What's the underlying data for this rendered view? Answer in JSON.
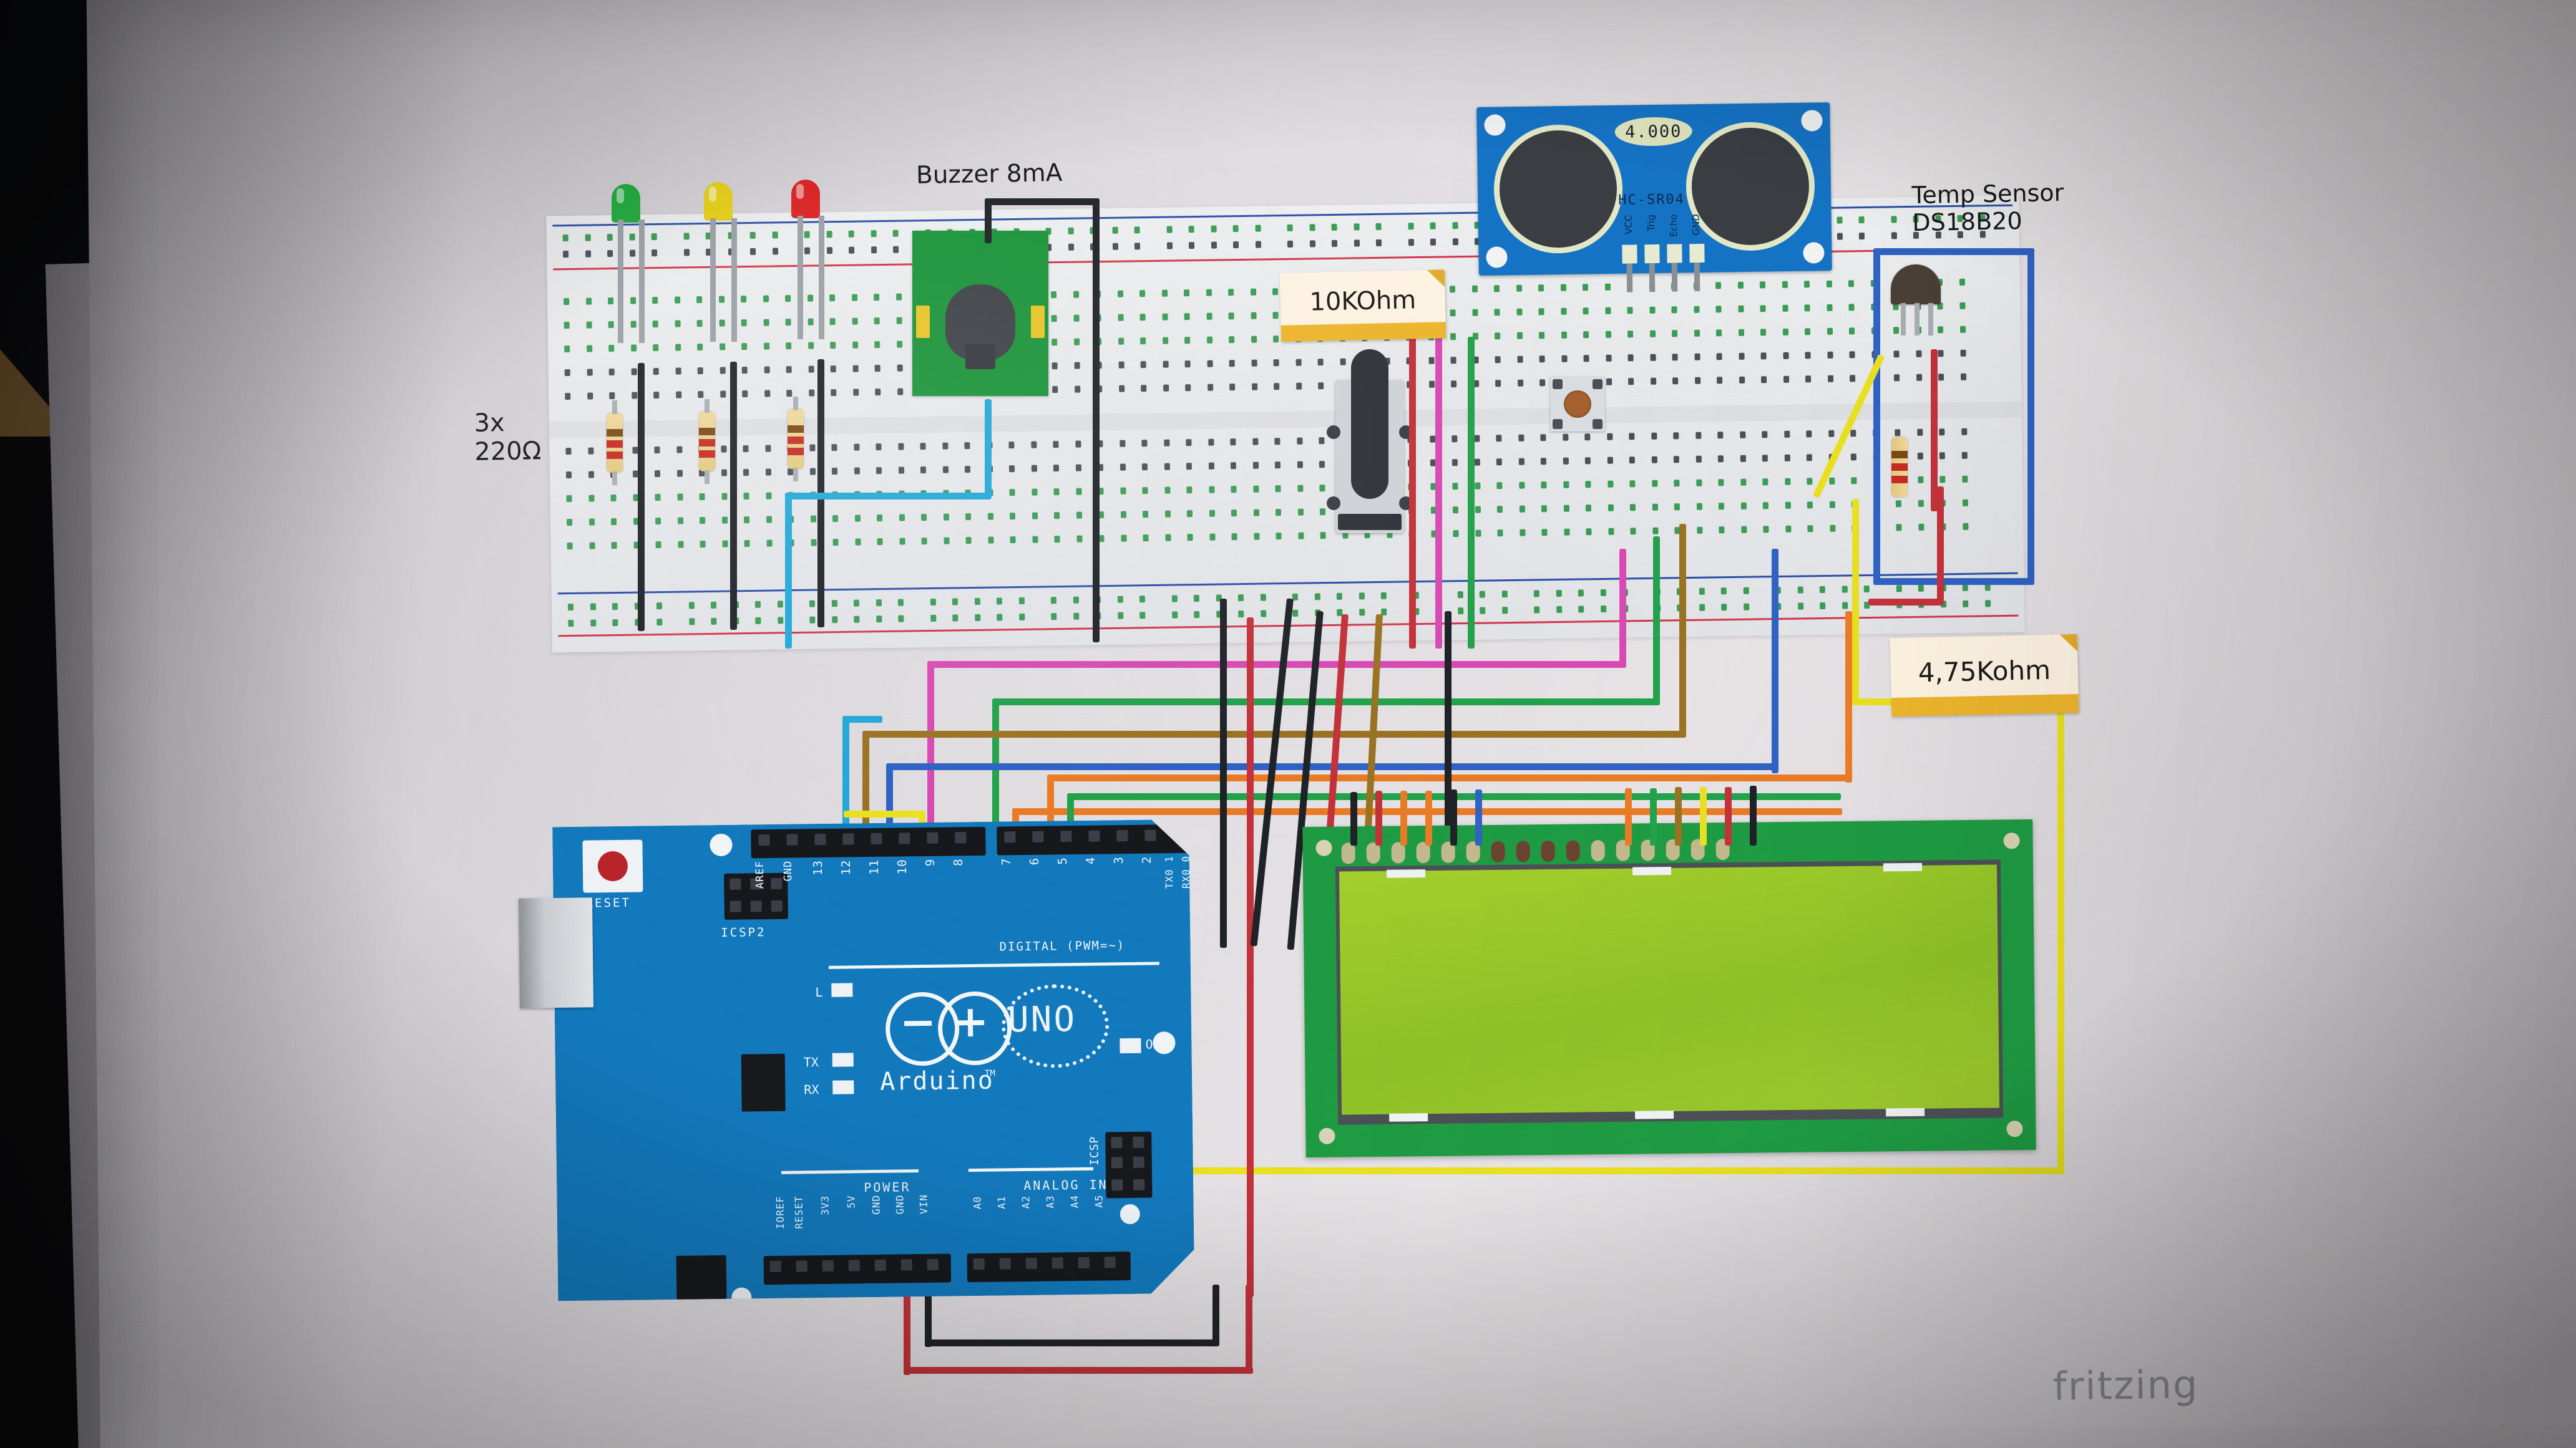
{
  "scene": {
    "kind": "fritzing-breadboard-diagram-photo",
    "watermark": "fritzing"
  },
  "callouts": [
    {
      "id": "buzzer",
      "text": "Buzzer 8mA",
      "style": "plain"
    },
    {
      "id": "temp-sensor",
      "text": "Temp Sensor\nDS18B20",
      "style": "plain"
    },
    {
      "id": "resistors",
      "text": "3x\n220Ω",
      "style": "plain"
    },
    {
      "id": "pot-res",
      "text": "10KOhm",
      "style": "sticky"
    },
    {
      "id": "pullup-res",
      "text": "4,75Kohm",
      "style": "sticky"
    }
  ],
  "ultrasonic": {
    "part": "HC-SR04",
    "crystal_marking": "4.000",
    "silkscreen": "HC-SR04",
    "pins": [
      "VCC",
      "Trig",
      "Echo",
      "GND"
    ]
  },
  "arduino": {
    "brand": "Arduino",
    "model": "UNO",
    "trademark": "TM",
    "reset_label": "RESET",
    "icsp2_label": "ICSP2",
    "icsp_label": "ICSP",
    "leds": [
      "L",
      "TX",
      "RX",
      "ON"
    ],
    "digital_header_label": "DIGITAL (PWM=~)",
    "power_header_label": "POWER",
    "analog_header_label": "ANALOG IN",
    "digital_pins": [
      "AREF",
      "GND",
      "13",
      "12",
      "11",
      "10",
      "9",
      "8"
    ],
    "digital_pins_right": [
      "7",
      "6",
      "5",
      "4",
      "3",
      "2",
      "TX0 1",
      "RX0 0"
    ],
    "pwm_marks": [
      "11",
      "10",
      "9",
      "6",
      "5",
      "3"
    ],
    "power_pins": [
      "IOREF",
      "RESET",
      "3V3",
      "5V",
      "GND",
      "GND",
      "VIN"
    ],
    "analog_pins": [
      "A0",
      "A1",
      "A2",
      "A3",
      "A4",
      "A5"
    ]
  },
  "lcd": {
    "part": "LCD 16x2",
    "pin_count": 16,
    "screen_text": ""
  },
  "components": {
    "leds": [
      {
        "name": "green-led",
        "color": "#1faa3c"
      },
      {
        "name": "yellow-led",
        "color": "#e8d017"
      },
      {
        "name": "red-led",
        "color": "#dc2121"
      }
    ],
    "resistors_220": 3,
    "potentiometer": "10KOhm",
    "pullup_resistor": "4,75Kohm",
    "pushbutton": 1,
    "buzzer": "Buzzer 8mA",
    "temp_sensor": "DS18B20"
  },
  "colors": {
    "board_blue": "#1279bd",
    "pcb_green": "#1e9b43",
    "lcd_screen": "#9bc92e",
    "module_blue": "#1573c6",
    "breadboard": "#e6e8eb",
    "rail_red": "#d2354a",
    "rail_blue": "#2b4fa8",
    "sticky_note": "#fdf3e2",
    "sticky_bar": "#ecb52c",
    "watermark_gray": "#8b8d95"
  },
  "wire_colors": {
    "black": "#1f2227",
    "red": "#c3323a",
    "green": "#22a24b",
    "yellow": "#e8e020",
    "blue": "#2f62c4",
    "cyan": "#22a8d8",
    "orange": "#ea7b26",
    "magenta": "#d849b4",
    "brown": "#9a7322",
    "darkgreen": "#1c7a3a"
  }
}
